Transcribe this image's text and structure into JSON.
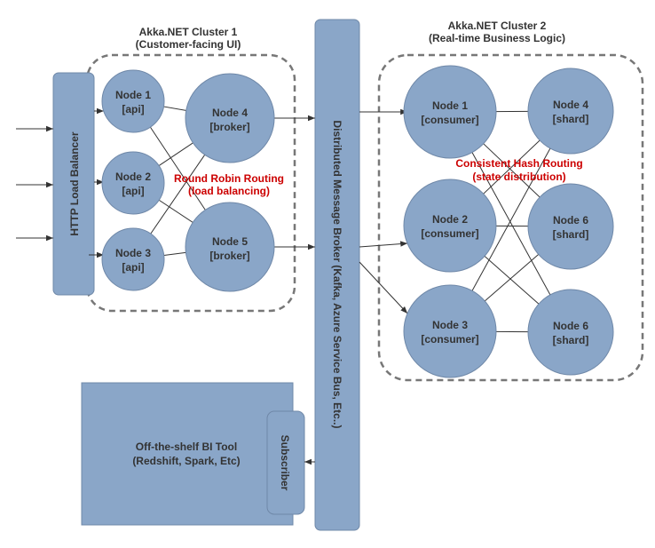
{
  "colors": {
    "node_fill": "#8aa6c8",
    "node_stroke": "#6f88a8",
    "text": "#333333",
    "routing_label": "#cc0000",
    "cluster_border": "#777777",
    "edge": "#333333"
  },
  "clusters": [
    {
      "title_line1": "Akka.NET Cluster 1",
      "title_line2": "(Customer-facing UI)"
    },
    {
      "title_line1": "Akka.NET Cluster 2",
      "title_line2": "(Real-time Business Logic)"
    }
  ],
  "load_balancer": {
    "label": "HTTP Load Balancer"
  },
  "message_broker": {
    "label": "Distributed Message Broker (Kafka, Azure Service Bus, Etc..)"
  },
  "subscriber": {
    "label": "Subscriber"
  },
  "bi_tool": {
    "line1": "Off-the-shelf BI Tool",
    "line2": "(Redshift, Spark, Etc)"
  },
  "routing_labels": [
    {
      "line1": "Round Robin Routing",
      "line2": "(load balancing)"
    },
    {
      "line1": "Consistent Hash Routing",
      "line2": "(state distribution)"
    }
  ],
  "nodes": [
    {
      "id": "c1-node1",
      "line1": "Node 1",
      "line2": "[api]"
    },
    {
      "id": "c1-node2",
      "line1": "Node 2",
      "line2": "[api]"
    },
    {
      "id": "c1-node3",
      "line1": "Node 3",
      "line2": "[api]"
    },
    {
      "id": "c1-node4",
      "line1": "Node 4",
      "line2": "[broker]"
    },
    {
      "id": "c1-node5",
      "line1": "Node 5",
      "line2": "[broker]"
    },
    {
      "id": "c2-node1",
      "line1": "Node 1",
      "line2": "[consumer]"
    },
    {
      "id": "c2-node2",
      "line1": "Node 2",
      "line2": "[consumer]"
    },
    {
      "id": "c2-node3",
      "line1": "Node 3",
      "line2": "[consumer]"
    },
    {
      "id": "c2-node4",
      "line1": "Node 4",
      "line2": "[shard]"
    },
    {
      "id": "c2-node6a",
      "line1": "Node 6",
      "line2": "[shard]"
    },
    {
      "id": "c2-node6b",
      "line1": "Node 6",
      "line2": "[shard]"
    }
  ],
  "edges": [
    {
      "from": "c1-node1",
      "to": "c1-node4"
    },
    {
      "from": "c1-node1",
      "to": "c1-node5"
    },
    {
      "from": "c1-node2",
      "to": "c1-node4"
    },
    {
      "from": "c1-node2",
      "to": "c1-node5"
    },
    {
      "from": "c1-node3",
      "to": "c1-node4"
    },
    {
      "from": "c1-node3",
      "to": "c1-node5"
    },
    {
      "from": "c1-node4",
      "to": "message_broker"
    },
    {
      "from": "c1-node5",
      "to": "message_broker"
    },
    {
      "from": "message_broker",
      "to": "c2-node1"
    },
    {
      "from": "message_broker",
      "to": "c2-node2"
    },
    {
      "from": "message_broker",
      "to": "c2-node3"
    },
    {
      "from": "message_broker",
      "to": "subscriber"
    },
    {
      "from": "c2-node1",
      "to": "c2-node4"
    },
    {
      "from": "c2-node1",
      "to": "c2-node6a"
    },
    {
      "from": "c2-node1",
      "to": "c2-node6b"
    },
    {
      "from": "c2-node2",
      "to": "c2-node4"
    },
    {
      "from": "c2-node2",
      "to": "c2-node6a"
    },
    {
      "from": "c2-node2",
      "to": "c2-node6b"
    },
    {
      "from": "c2-node3",
      "to": "c2-node4"
    },
    {
      "from": "c2-node3",
      "to": "c2-node6a"
    },
    {
      "from": "c2-node3",
      "to": "c2-node6b"
    }
  ]
}
